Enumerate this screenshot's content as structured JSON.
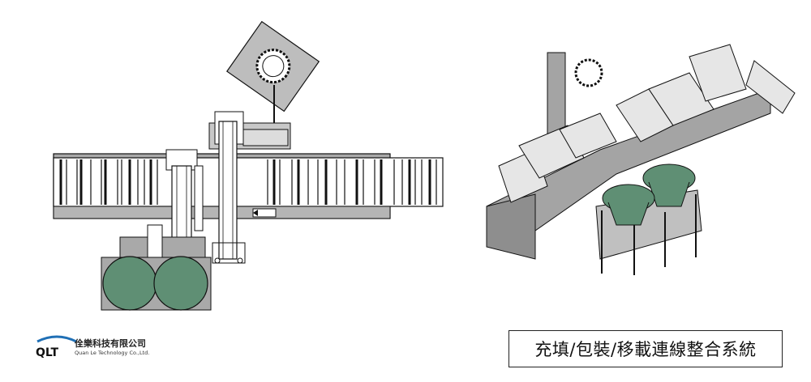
{
  "logo": {
    "mark_text": "QLT",
    "company_name_cn": "佺樂科技有限公司",
    "company_name_en": "Quan Le Technology Co.,Ltd."
  },
  "title": "充填/包裝/移載連線整合系統",
  "colors": {
    "bowl_feeder_green": "#5f8f74",
    "frame_gray": "#9a9a9a",
    "line_black": "#111111",
    "logo_blue": "#1f6fb5"
  }
}
